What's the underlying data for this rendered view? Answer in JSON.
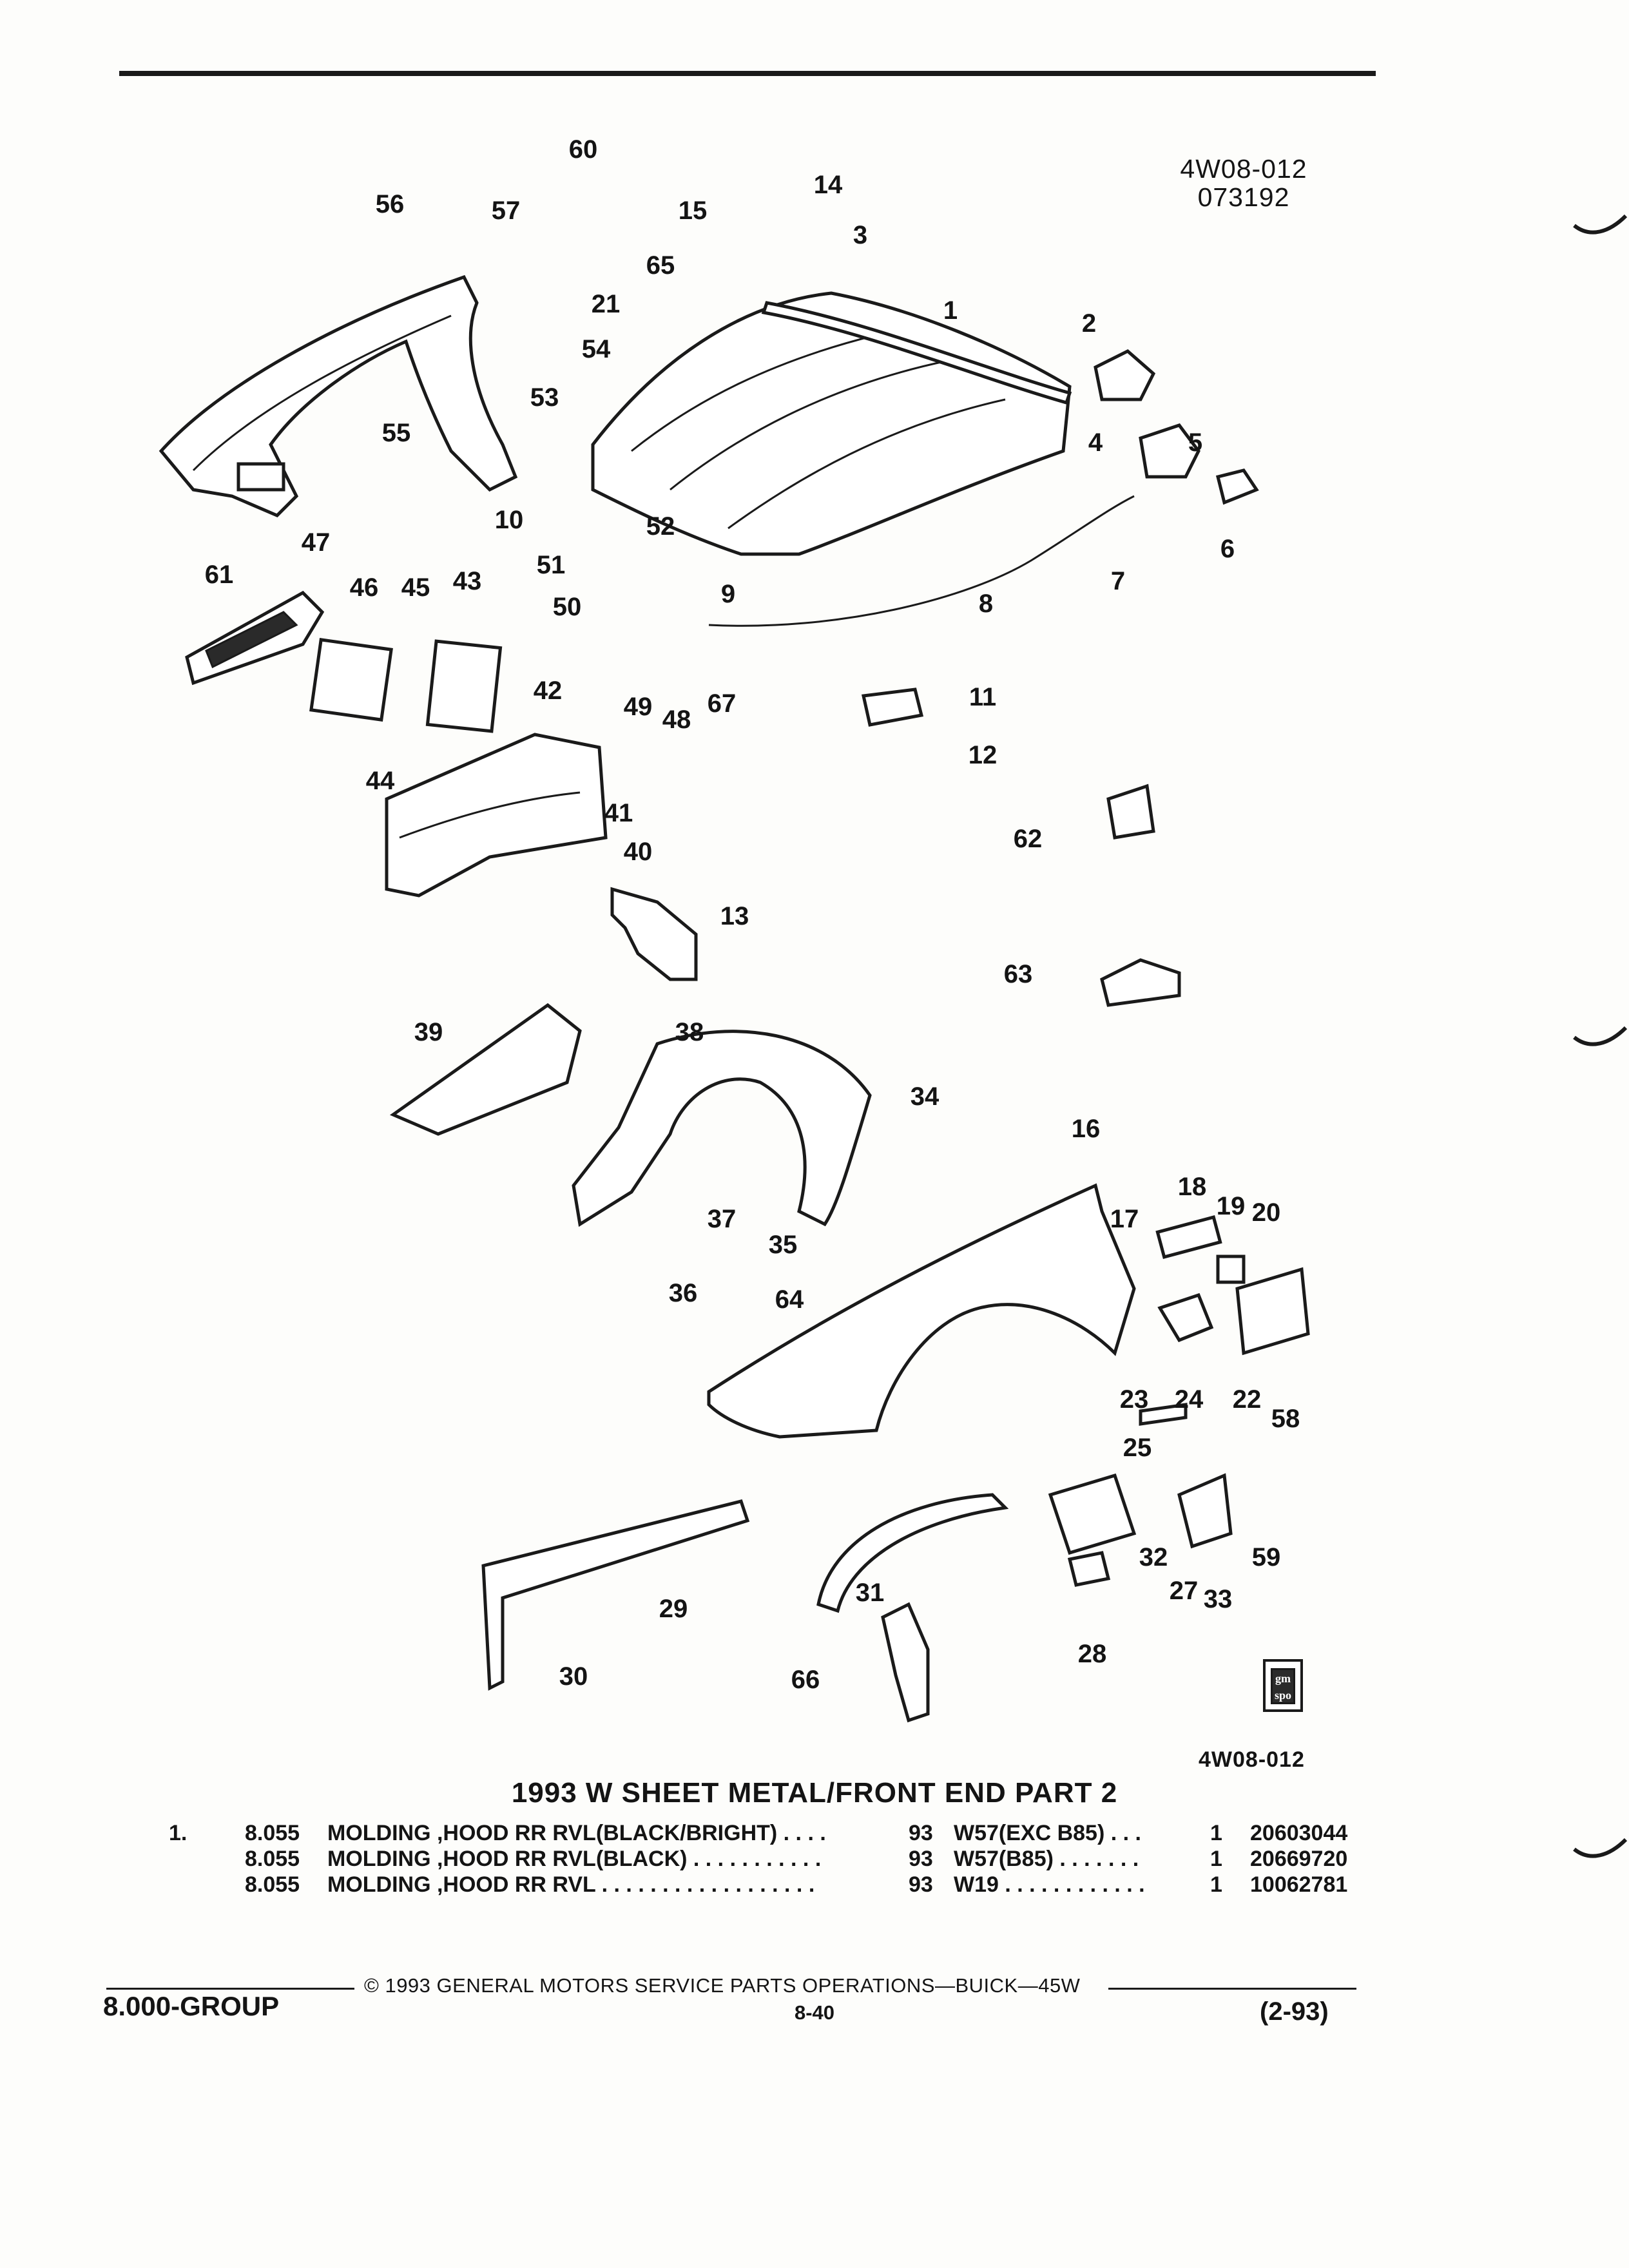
{
  "header": {
    "drawing_number": "4W08-012",
    "drawing_date": "073192"
  },
  "diagram": {
    "callouts": [
      "60",
      "14",
      "3",
      "56",
      "57",
      "15",
      "65",
      "21",
      "1",
      "2",
      "54",
      "53",
      "55",
      "4",
      "5",
      "6",
      "10",
      "52",
      "51",
      "47",
      "61",
      "46",
      "45",
      "43",
      "50",
      "9",
      "67",
      "8",
      "7",
      "42",
      "49",
      "48",
      "44",
      "11",
      "12",
      "41",
      "40",
      "62",
      "13",
      "63",
      "39",
      "38",
      "34",
      "16",
      "18",
      "19",
      "20",
      "37",
      "35",
      "17",
      "36",
      "64",
      "23",
      "24",
      "22",
      "58",
      "25",
      "59",
      "32",
      "31",
      "27",
      "29",
      "33",
      "28",
      "66",
      "30"
    ],
    "logo_text": "gm spo",
    "drawing_number_bottom": "4W08-012"
  },
  "section": {
    "title": "1993 W SHEET METAL/FRONT END PART 2"
  },
  "parts": {
    "ref": "1.",
    "rows": [
      {
        "group": "8.055",
        "description": "MOLDING ,HOOD RR RVL(BLACK/BRIGHT) . . . .",
        "year": "93",
        "model": "W57(EXC B85) . . .",
        "qty": "1",
        "part_number": "20603044"
      },
      {
        "group": "8.055",
        "description": "MOLDING ,HOOD RR RVL(BLACK) . . . . . . . . . . .",
        "year": "93",
        "model": "W57(B85) . . . . . . .",
        "qty": "1",
        "part_number": "20669720"
      },
      {
        "group": "8.055",
        "description": "MOLDING ,HOOD RR RVL . . . . . . . . . . . . . . . . . .",
        "year": "93",
        "model": "W19 . . . . . . . . . . . .",
        "qty": "1",
        "part_number": "10062781"
      }
    ]
  },
  "footer": {
    "copyright": "©  1993  GENERAL MOTORS SERVICE PARTS OPERATIONS—BUICK—45W",
    "group": "8.000-GROUP",
    "page": "8-40",
    "revision": "(2-93)"
  }
}
